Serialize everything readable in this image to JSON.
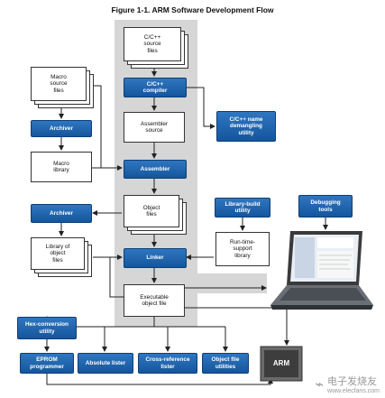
{
  "figure": {
    "title": "Figure 1-1.  ARM Software Development Flow"
  },
  "nodes": {
    "c_source": "C/C++\nsource\nfiles",
    "compiler": "C/C++\ncompiler",
    "asm_source": "Assembler\nsource",
    "demangler": "C/C++ name\ndemangling\nutility",
    "macro_source": "Macro\nsource\nfiles",
    "archiver_top": "Archiver",
    "macro_library": "Macro\nlibrary",
    "assembler": "Assembler",
    "object_files": "Object\nfiles",
    "archiver_bottom": "Archiver",
    "library_object": "Library of\nobject\nfiles",
    "library_build": "Library-build\nutility",
    "runtime_library": "Run-time-\nsupport\nlibrary",
    "debugging_tools": "Debugging\ntools",
    "linker": "Linker",
    "executable": "Executable\nobject file",
    "hex_conversion": "Hex-conversion\nutility",
    "eprom_programmer": "EPROM\nprogrammer",
    "absolute_lister": "Absolute lister",
    "crossref_lister": "Cross-reference\nlister",
    "object_utilities": "Object file\nutilities",
    "arm_chip": "ARM"
  },
  "watermark": {
    "brand": "电子发烧友",
    "url": "www.elecfans.com"
  },
  "colors": {
    "tool_blue": "#1f63ad",
    "highlight_gray": "#d6d6d6",
    "line": "#222222"
  }
}
